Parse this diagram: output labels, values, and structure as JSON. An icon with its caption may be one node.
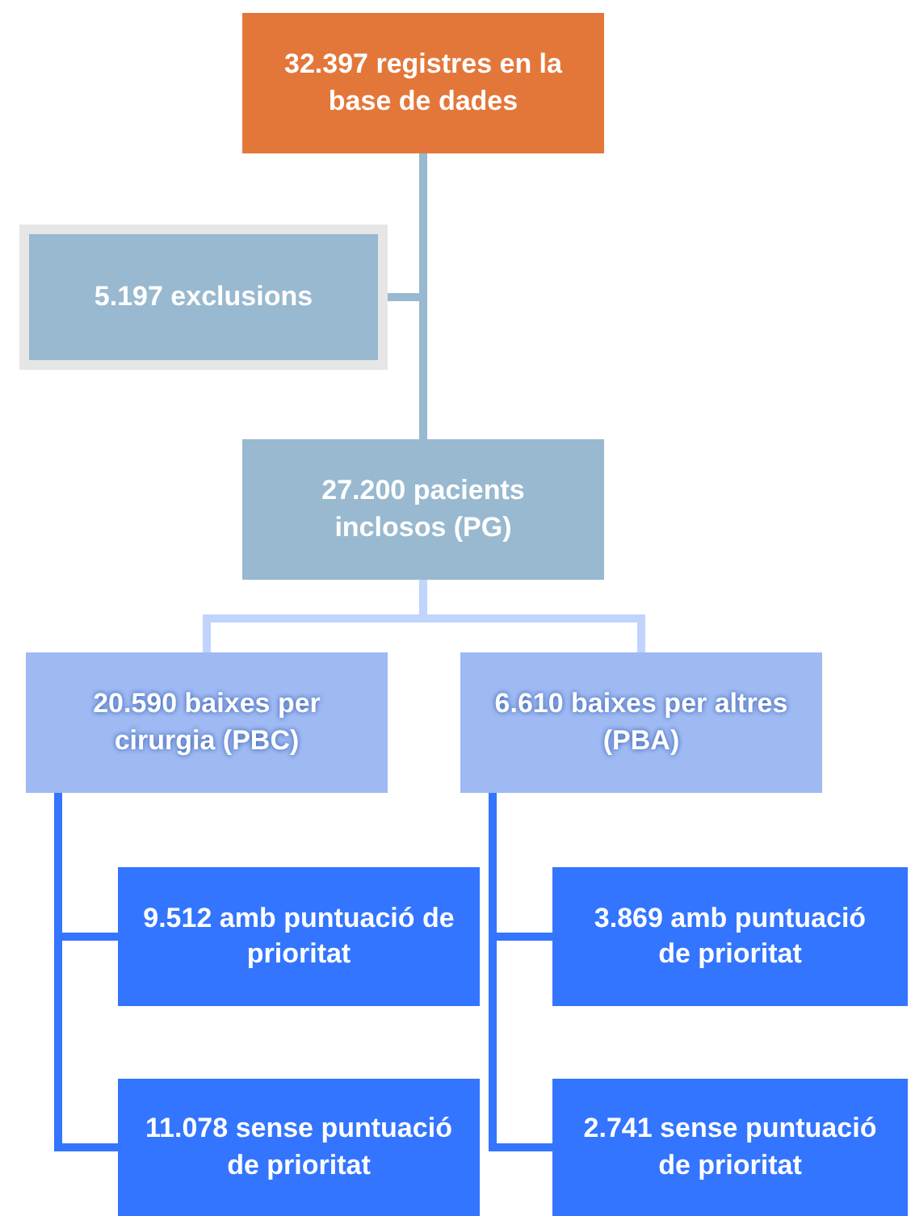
{
  "diagram": {
    "nodes": [
      {
        "text": [
          "32.397 registres en la base de dades"
        ]
      },
      {
        "text": [
          "5.197 exclusions"
        ]
      },
      {
        "text": [
          "27.200 pacients inclosos (PG)"
        ]
      },
      {
        "text": [
          "20.590 baixes per cirurgia (PBC)"
        ]
      },
      {
        "text": [
          "6.610 baixes per altres (PBA)"
        ]
      },
      {
        "text": [
          "9.512 amb puntuació de prioritat"
        ]
      },
      {
        "text": [
          "11.078 sense puntuació de prioritat"
        ]
      },
      {
        "text": [
          "3.869 amb puntuació de prioritat"
        ]
      },
      {
        "text": [
          "2.741 sense puntuació de prioritat"
        ]
      }
    ],
    "edges": [
      {
        "from": 0,
        "to": 1,
        "arrow": "none",
        "color": "#98b9cf"
      },
      {
        "from": 0,
        "to": 2,
        "arrow": "none",
        "color": "#98b9cf"
      },
      {
        "from": 2,
        "to": 3,
        "arrow": "none",
        "color": "#c0d4fc"
      },
      {
        "from": 2,
        "to": 4,
        "arrow": "none",
        "color": "#c0d4fc"
      },
      {
        "from": 3,
        "to": 5,
        "arrow": "none"
      },
      {
        "from": 3,
        "to": 6,
        "arrow": "none"
      },
      {
        "from": 4,
        "to": 7,
        "arrow": "none"
      },
      {
        "from": 4,
        "to": 8,
        "arrow": "none"
      }
    ]
  }
}
